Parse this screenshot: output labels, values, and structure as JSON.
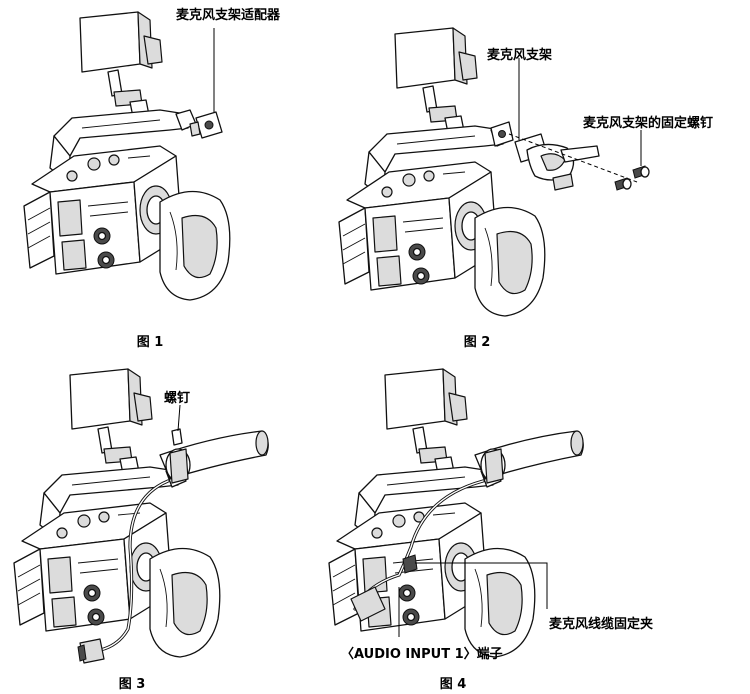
{
  "figures": [
    {
      "caption": "图 1",
      "callouts": [
        "麦克风支架适配器"
      ]
    },
    {
      "caption": "图 2",
      "callouts": [
        "麦克风支架",
        "麦克风支架的固定螺钉"
      ]
    },
    {
      "caption": "图 3",
      "callouts": [
        "螺钉"
      ]
    },
    {
      "caption": "图 4",
      "callouts": [
        "麦克风线缆固定夹",
        "〈AUDIO INPUT 1〉端子"
      ]
    }
  ]
}
